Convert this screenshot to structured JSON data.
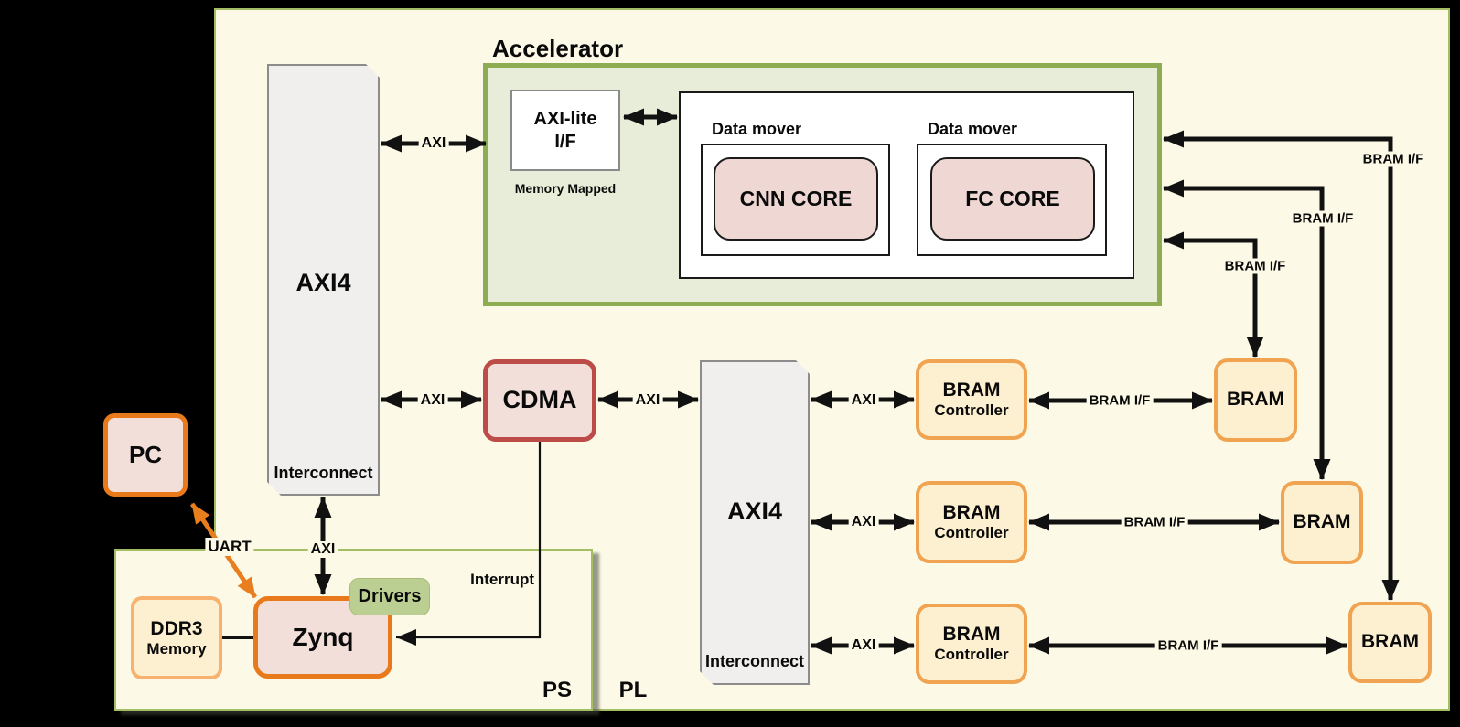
{
  "colors": {
    "canvas_bg": "#000000",
    "region_fill": "#FCFAE7",
    "region_border": "#A3BE63",
    "accelerator_border": "#8EAC51",
    "accelerator_fill": "#E8EDD9",
    "interconnect_fill": "#F0EFEE",
    "pink_fill": "#F3DFDA",
    "cdma_border": "#BD4B47",
    "orange_border": "#E87A1C",
    "bram_fill": "#FDF0D0",
    "bram_border": "#F0A351",
    "drivers_fill": "#BCCF92",
    "arrow_black": "#111111",
    "arrow_orange": "#E87E1E"
  },
  "accelerator": {
    "title": "Accelerator"
  },
  "interconnect_left": {
    "title": "AXI4",
    "subtitle": "Interconnect"
  },
  "interconnect_right": {
    "title": "AXI4",
    "subtitle": "Interconnect"
  },
  "axi_lite": {
    "line1": "AXI-lite",
    "line2": "I/F",
    "caption": "Memory Mapped"
  },
  "data_movers": [
    {
      "label": "Data mover",
      "core": "CNN CORE"
    },
    {
      "label": "Data mover",
      "core": "FC CORE"
    }
  ],
  "cdma": {
    "label": "CDMA"
  },
  "pc": {
    "label": "PC"
  },
  "zynq": {
    "label": "Zynq"
  },
  "drivers": {
    "label": "Drivers"
  },
  "ddr3": {
    "line1": "DDR3",
    "line2": "Memory"
  },
  "bram_rows": [
    {
      "controller_line1": "BRAM",
      "controller_line2": "Controller",
      "bram": "BRAM"
    },
    {
      "controller_line1": "BRAM",
      "controller_line2": "Controller",
      "bram": "BRAM"
    },
    {
      "controller_line1": "BRAM",
      "controller_line2": "Controller",
      "bram": "BRAM"
    }
  ],
  "labels": {
    "axi": "AXI",
    "bram_if": "BRAM I/F",
    "uart": "UART",
    "interrupt": "Interrupt",
    "memory_mapped": "Memory Mapped",
    "ps": "PS",
    "pl": "PL"
  }
}
